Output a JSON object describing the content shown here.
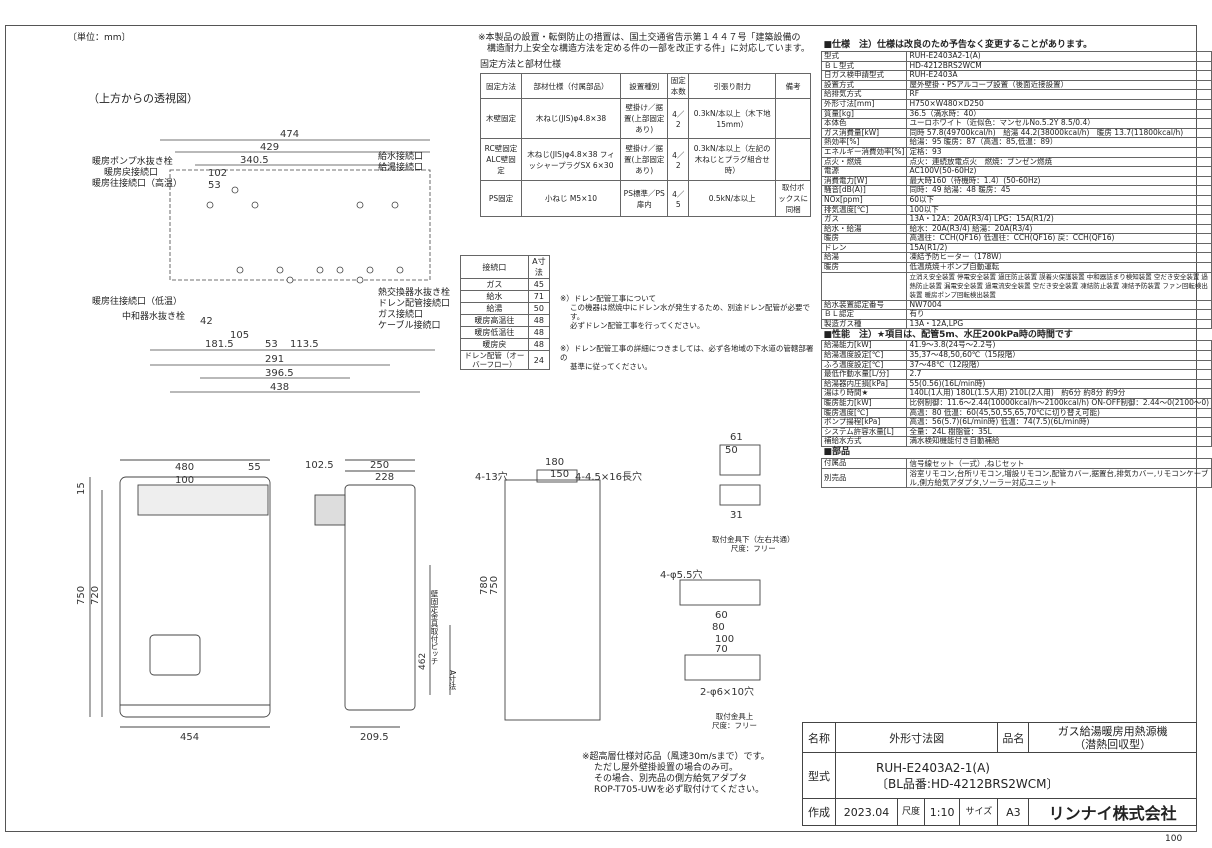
{
  "drawing": {
    "unit_label": "〔単位：mm〕",
    "perspective_label": "（上方からの透視図）",
    "page_no": "100",
    "notes_top": [
      "※本製品の設置・転倒防止の措置は、国土交通省告示第１４４７号「建築設備の",
      "　構造耐力上安全な構造方法を定める件の一部を改正する件」に対応しています。"
    ],
    "fix_title": "固定方法と部材仕様",
    "drain_notes": [
      "※）ドレン配管工事について",
      "この機器は燃焼中にドレン水が発生するため、別途ドレン配管が必要です。",
      "必ずドレン配管工事を行ってください。",
      "※）ドレン配管工事の詳細につきましては、必ず各地域の下水道の管轄部署の",
      "基準に従ってください。"
    ],
    "bottom_notes": [
      "※超高層仕様対応品（風速30m/sまで）です。",
      "ただし屋外壁掛設置の場合のみ可。",
      "その場合、別売品の側方給気アダプタ",
      "ROP-T705-UWを必ず取付けてください。"
    ],
    "bracket_top_label": "取付金具下（左右共通）",
    "bracket_top_scale": "尺度：フリー",
    "bracket_bottom_label": "取付金具上",
    "bracket_bottom_scale": "尺度：フリー",
    "left_labels": [
      "暖房ポンプ水抜き栓",
      "暖房戻接続口",
      "暖房往接続口（高温）",
      "暖房往接続口（低温）",
      "中和器水抜き栓"
    ],
    "right_labels": [
      "給水接続口",
      "給湯接続口",
      "熱交換器水抜き栓",
      "ドレン配管接続口",
      "ガス接続口",
      "ケーブル接続口"
    ],
    "side_label_1": "壁固定金具取付ピッチ",
    "side_label_2": "A寸法"
  },
  "fix_table": {
    "headers": [
      "固定方法",
      "部材仕様（付属部品）",
      "設置種別",
      "固定本数",
      "引張り耐力",
      "備考"
    ],
    "rows": [
      [
        "木壁固定",
        "木ねじ(JIS)φ4.8×38",
        "壁掛け／据置(上部固定あり)",
        "4／2",
        "0.3kN/本以上（木下地15mm）",
        ""
      ],
      [
        "RC壁固定 ALC壁固定",
        "木ねじ(JIS)φ4.8×38 フィッシャープラグSX 6×30",
        "壁掛け／据置(上部固定あり)",
        "4／2",
        "0.3kN/本以上（左記の木ねじとプラグ組合せ時）",
        ""
      ],
      [
        "PS固定",
        "小ねじ M5×10",
        "PS標準／PS扉内",
        "4／5",
        "0.5kN/本以上",
        "取付ボックスに同梱"
      ]
    ]
  },
  "conn_table": {
    "headers": [
      "接続口",
      "A寸法"
    ],
    "rows": [
      [
        "ガス",
        "45"
      ],
      [
        "給水",
        "71"
      ],
      [
        "給湯",
        "50"
      ],
      [
        "暖房高温往",
        "48"
      ],
      [
        "暖房低温往",
        "48"
      ],
      [
        "暖房戻",
        "48"
      ],
      [
        "ドレン配管（オーバーフロー）",
        "24"
      ]
    ]
  },
  "spec": {
    "header": "■仕様　注）仕様は改良のため予告なく変更することがあります。",
    "rows": [
      [
        "型式",
        "RUH-E2403A2-1(A)"
      ],
      [
        "ＢＬ型式",
        "HD-4212BRS2WCM"
      ],
      [
        "日ガス検申請型式",
        "RUH-E2403A"
      ],
      [
        "設置方式",
        "屋外壁掛・PSアルコーブ設置（後面近接設置）"
      ],
      [
        "給排気方式",
        "RF"
      ],
      [
        "外形寸法[mm]",
        "H750×W480×D250"
      ],
      [
        "質量[kg]",
        "36.5（満水時：40）"
      ],
      [
        "本体色",
        "ユーロホワイト（近似色：マンセルNo.5.2Y 8.5/0.4）"
      ],
      [
        "ガス消費量[kW]",
        "同時 57.8(49700kcal/h)　給湯 44.2(38000kcal/h)　暖房 13.7(11800kcal/h)"
      ],
      [
        "熱効率[%]",
        "給湯：95 暖房：87（高温：85,低温：89）"
      ],
      [
        "エネルギー消費効率[%]",
        "定格：93"
      ],
      [
        "点火・燃焼",
        "点火：連続放電点火　燃焼：ブンゼン燃焼"
      ],
      [
        "電源",
        "AC100V(50-60Hz)"
      ],
      [
        "消費電力[W]",
        "最大時160（待機時：1.4）(50-60Hz)"
      ],
      [
        "騒音[dB(A)]",
        "同時：49 給湯：48 暖房：45"
      ],
      [
        "NOx[ppm]",
        "60以下"
      ],
      [
        "排気温度[℃]",
        "100以下"
      ]
    ],
    "conn": [
      [
        "ガス",
        "13A・12A：20A(R3/4) LPG：15A(R1/2)"
      ],
      [
        "給水・給湯",
        "給水：20A(R3/4) 給湯：20A(R3/4)"
      ],
      [
        "暖房",
        "高温往：CCH(QF16) 低温往：CCH(QF16) 戻：CCH(QF16)"
      ],
      [
        "ドレン",
        "15A(R1/2)"
      ]
    ],
    "freeze": [
      [
        "給湯",
        "凍結予防ヒーター（178W）"
      ],
      [
        "暖房",
        "低温焼焼＋ポンプ自動運転"
      ]
    ],
    "safety": "立消え安全装置 停電安全装置 過圧防止装置 誤着火保護装置 中和器詰まり検知装置 空だき安全装置 過熱防止装置 漏電安全装置 過電流安全装置 空だき安全装置 凍結防止装置 凍結予防装置 ファン回転検出装置 暖房ポンプ回転検出装置",
    "rows2": [
      [
        "給水装置認定番号",
        "NW7004"
      ],
      [
        "ＢＬ認定",
        "有り"
      ],
      [
        "製造ガス種",
        "13A・12A,LPG"
      ]
    ],
    "perf_header": "■性能　注）★項目は、配管5m、水圧200kPa時の時間です",
    "perf": [
      [
        "給湯能力[kW]",
        "41.9〜3.8(24号〜2.2号)"
      ],
      [
        "給湯温度設定[℃]",
        "35,37〜48,50,60℃（15段階）"
      ],
      [
        "ふろ温度設定[℃]",
        "37〜48℃（12段階）"
      ],
      [
        "最低作動水量[L/分]",
        "2.7"
      ],
      [
        "給湯器内圧損[kPa]",
        "55(0.56)(16L/min時)"
      ],
      [
        "湯はり時間★",
        "140L(1人用) 180L(1.5人用) 210L(2人用)　約6分 約8分 約9分"
      ],
      [
        "暖房能力[kW]",
        "比例制御：11.6〜2.44(10000kcal/h〜2100kcal/h) ON-OFF制御：2.44〜0(2100〜0)"
      ],
      [
        "暖房温度[℃]",
        "高温：80 低温：60(45,50,55,65,70℃に切り替え可能)"
      ],
      [
        "ポンプ揚程[kPa]",
        "高温：56(5.7)(6L/min時) 低温：74(7.5)(6L/min時)"
      ],
      [
        "システム許容水量[L]",
        "全量：24L 樹脂管：35L"
      ],
      [
        "補給水方式",
        "満水検知機能付き自動補給"
      ]
    ],
    "parts_header": "■部品",
    "parts": [
      [
        "付属品",
        "信号線セット（一式）,ねじセット"
      ],
      [
        "別売品",
        "浴室リモコン,台所リモコン,増設リモコン,配管カバー,据置台,排気カバー,リモコンケーブル,側方給気アダプタ,ソーラー対応ユニット"
      ]
    ]
  },
  "title_block": {
    "name_label": "名称",
    "name_value": "外形寸法図",
    "product_label": "品名",
    "product_value_1": "ガス給湯暖房用熱源機",
    "product_value_2": "（潜熱回収型）",
    "model_label": "型式",
    "model_1": "RUH-E2403A2-1(A)",
    "model_2": "〔BL品番:HD-4212BRS2WCM〕",
    "made_label": "作成",
    "date": "2023.04",
    "scale_label": "尺度",
    "scale": "1:10",
    "size_label": "サイズ",
    "size": "A3",
    "company": "リンナイ株式会社"
  }
}
